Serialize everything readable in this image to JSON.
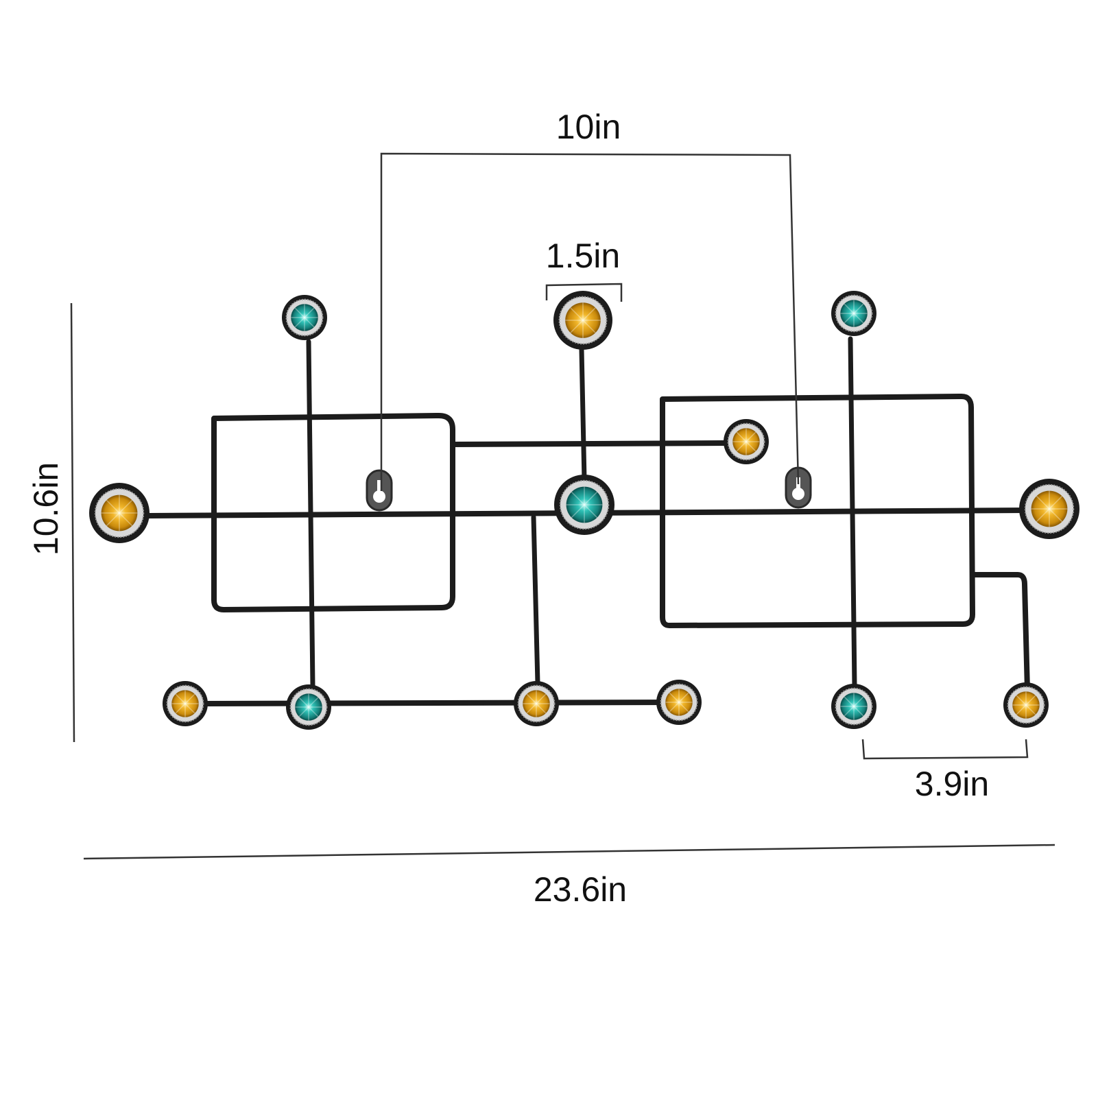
{
  "dimensions": {
    "hook_span": "10in",
    "hook_diameter": "1.5in",
    "height": "10.6in",
    "hook_spacing": "3.9in",
    "width": "23.6in"
  },
  "colors": {
    "metal": "#1c1c1c",
    "amber_gem": "#e0a012",
    "teal_gem": "#1fa8a0",
    "bezel": "#d8d8d8",
    "dimension_line": "#333333"
  }
}
